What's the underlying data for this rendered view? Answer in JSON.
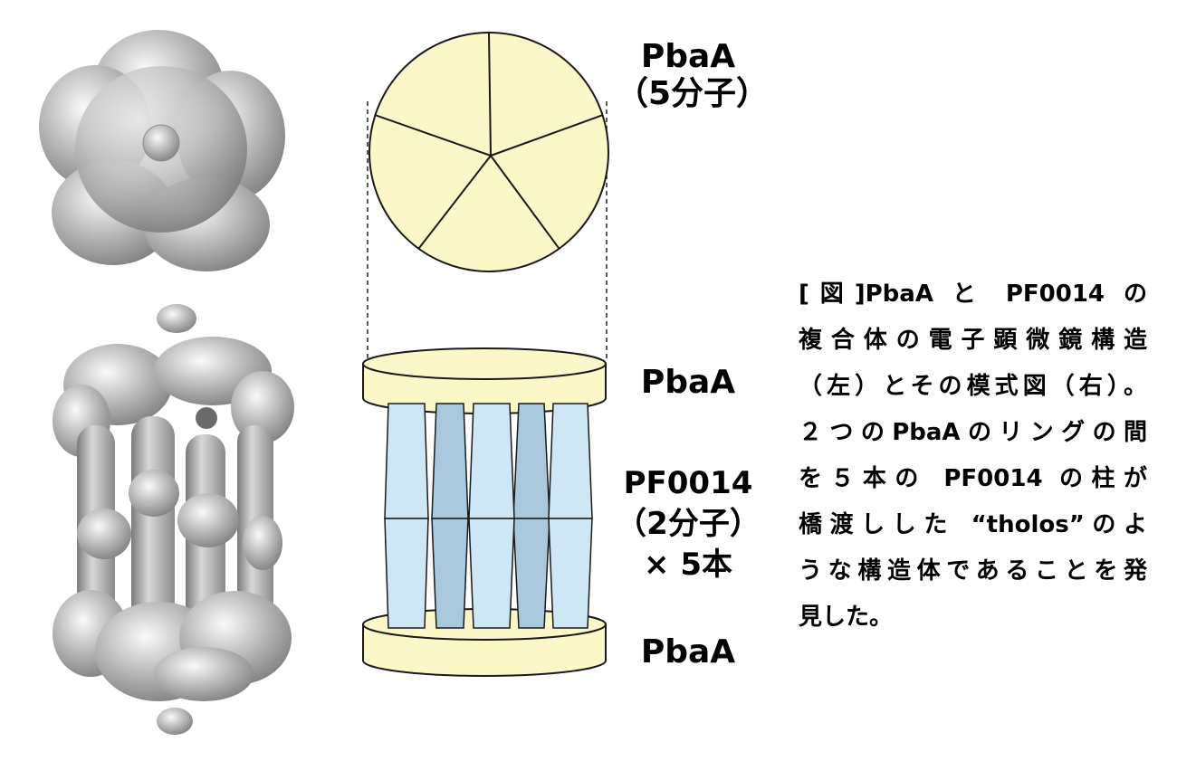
{
  "colors": {
    "ring_fill": "#fbf7c9",
    "pillar_fill": "#cfe6f5",
    "pillar_back_fill": "#a9c8dd",
    "outline": "#1a1a1a",
    "density_gray": "#9a9a9a"
  },
  "labels": {
    "top_ring_name": "PbaA",
    "top_ring_count": "（5分子）",
    "ring_top": "PbaA",
    "pillar_name": "PF0014",
    "pillar_count": "（2分子）",
    "pillar_multiplier": "× 5本",
    "ring_bottom": "PbaA"
  },
  "caption": {
    "lines": [
      "[図]PbaA と PF0014 の",
      "複合体の電子顕微鏡構造",
      "（左）とその模式図（右）。",
      "２つのPbaAのリングの間",
      "を５本の PF0014 の柱が",
      "橋渡しした “tholos”のよ",
      "うな構造体であることを発",
      "見した。"
    ]
  }
}
